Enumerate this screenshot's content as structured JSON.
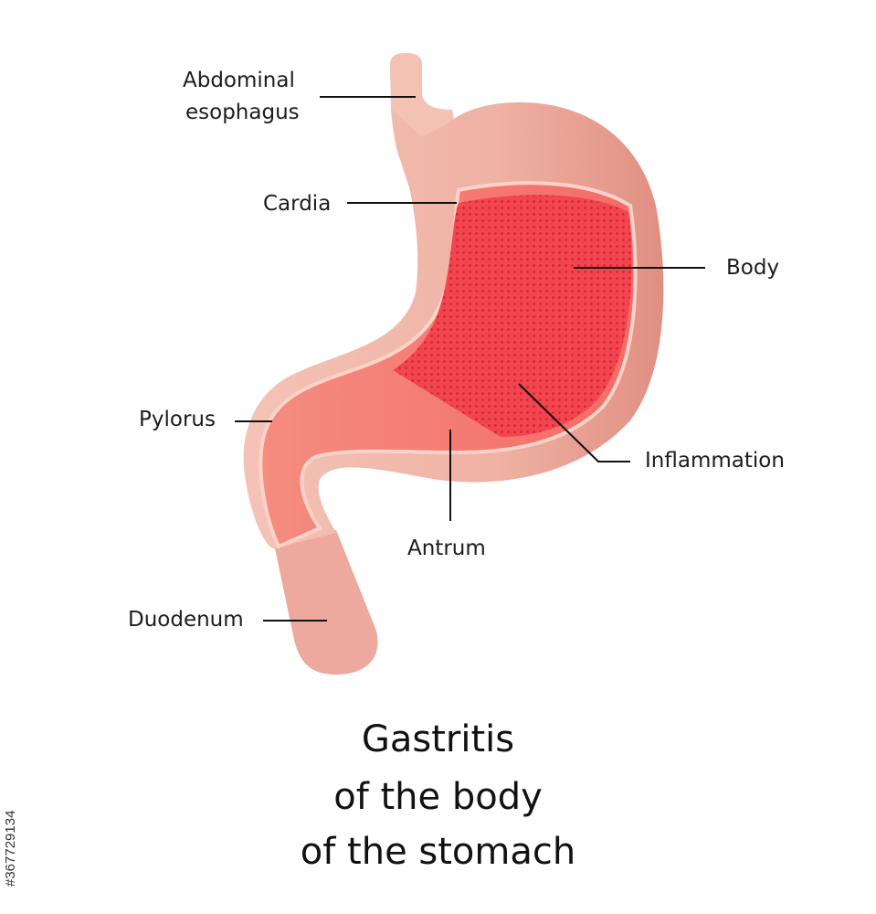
{
  "labels": {
    "esophagus_line1": "Abdominal",
    "esophagus_line2": "esophagus",
    "cardia": "Cardia",
    "body": "Body",
    "pylorus": "Pylorus",
    "inflammation": "Inflammation",
    "antrum": "Antrum",
    "duodenum": "Duodenum"
  },
  "title": {
    "line1": "Gastritis",
    "line2": "of the body",
    "line3": "of the stomach"
  },
  "stock_id": "#367729134",
  "colors": {
    "stomach_wall": "#f1b6a8",
    "lumen": "#f58477",
    "inflammation": "#f24a52",
    "inflammation_dots": "#d42a36",
    "leader_line": "#111111"
  }
}
